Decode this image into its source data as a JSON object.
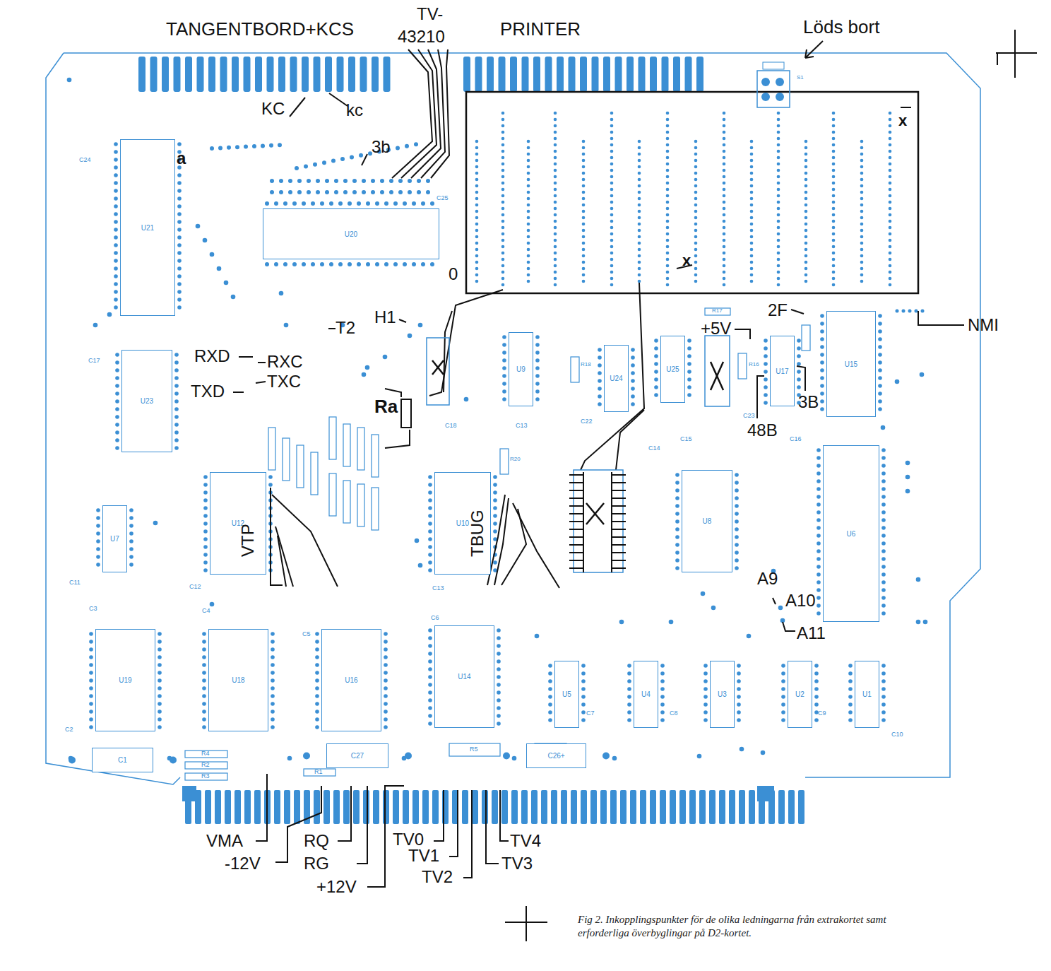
{
  "diagram": {
    "caption": "Fig 2. Inkopplingspunkter för de olika ledningarna från extrakortet samt erforderliga överbyglingar på D2-kortet.",
    "nodes": [
      {
        "text": [
          "U21"
        ]
      },
      {
        "text": [
          "U20"
        ]
      },
      {
        "text": [
          "U23"
        ]
      },
      {
        "text": [
          "U9"
        ]
      },
      {
        "text": [
          "U24"
        ]
      },
      {
        "text": [
          "U25"
        ]
      },
      {
        "text": [
          "U17"
        ]
      },
      {
        "text": [
          "U15"
        ]
      },
      {
        "text": [
          "U12"
        ]
      },
      {
        "text": [
          "U7"
        ]
      },
      {
        "text": [
          "U10"
        ]
      },
      {
        "text": [
          "U8"
        ]
      },
      {
        "text": [
          "U6"
        ]
      },
      {
        "text": [
          "U19"
        ]
      },
      {
        "text": [
          "U18"
        ]
      },
      {
        "text": [
          "U16"
        ]
      },
      {
        "text": [
          "U14"
        ]
      },
      {
        "text": [
          "U5"
        ]
      },
      {
        "text": [
          "U4"
        ]
      },
      {
        "text": [
          "U3"
        ]
      },
      {
        "text": [
          "U2"
        ]
      },
      {
        "text": [
          "U1"
        ]
      },
      {
        "text": [
          "C1"
        ]
      },
      {
        "text": [
          "C27"
        ]
      },
      {
        "text": [
          "C26+"
        ]
      }
    ],
    "labels": [
      "TANGENTBORD+KCS",
      "TV-",
      "43210",
      "PRINTER",
      "Löds bort",
      "KC",
      "kc",
      "3b",
      "a",
      "0",
      "x",
      "x",
      "H1",
      "T2",
      "RXD",
      "RXC",
      "TXC",
      "TXD",
      "Ra",
      "VTP",
      "TBUG",
      "2F",
      "+5V",
      "NMI",
      "3B",
      "48B",
      "A9",
      "A10",
      "A11",
      "VMA",
      "-12V",
      "RQ",
      "RG",
      "+12V",
      "TV0",
      "TV1",
      "TV2",
      "TV3",
      "TV4",
      "C24",
      "C25",
      "C17",
      "C18",
      "C13",
      "C22",
      "C14",
      "C15",
      "C23",
      "C16",
      "C11",
      "C12",
      "C13",
      "C3",
      "C4",
      "C5",
      "C6",
      "C2",
      "C7",
      "C8",
      "C9",
      "C10",
      "R17",
      "R16",
      "R18",
      "R20",
      "R4",
      "R2",
      "R3",
      "R1",
      "R5",
      "S1"
    ]
  }
}
